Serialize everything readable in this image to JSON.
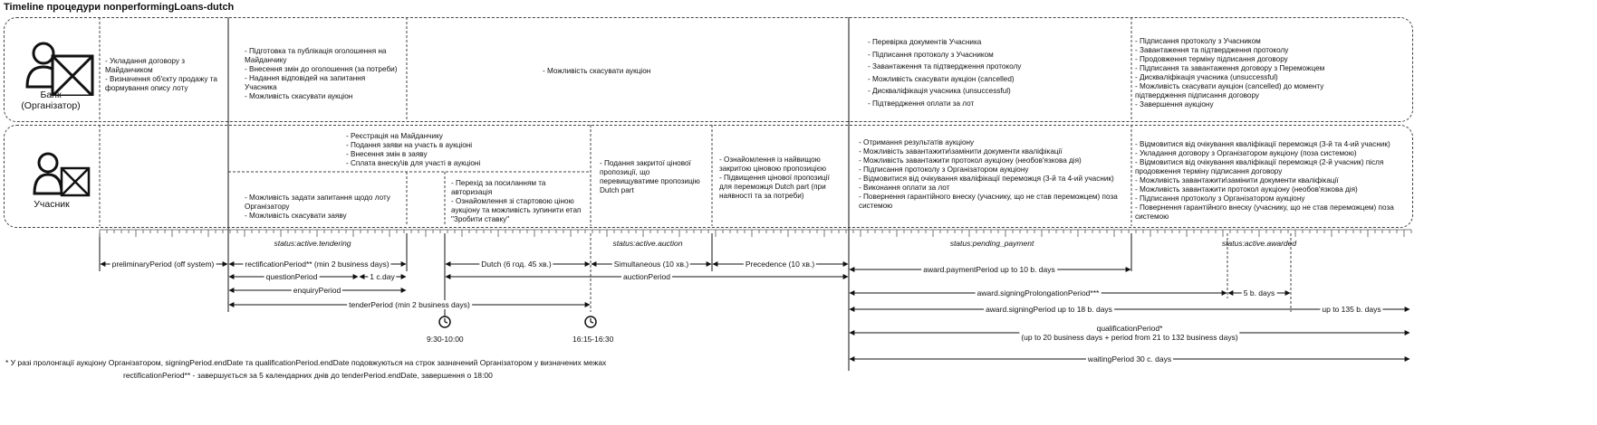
{
  "title": "Timeline процедури nonperformingLoans-dutch",
  "actors": {
    "bank": {
      "label": "Банк\n(Організатор)"
    },
    "participant": {
      "label": "Учасник"
    }
  },
  "bank_lane": {
    "cells": [
      "- Укладання договору з Майданчиком\n- Визначення об'єкту продажу та формування опису лоту",
      "- Підготовка та публікація оголошення на Майданчику\n- Внесення змін до оголошення (за потреби)\n- Надання відповідей на запитання Учасника\n- Можливість скасувати аукціон",
      "- Можливість скасувати аукціон",
      "- Перевірка документів Учасника\n- Підписання протоколу з Учасником\n- Завантаження та підтвердження протоколу\n- Можливість скасувати аукціон (cancelled)\n- Дискваліфікація учасника (unsuccessful)\n- Підтвердження оплати за лот",
      "- Підписання протоколу з Учасником\n- Завантаження та підтвердження протоколу\n- Продовження терміну підписання договору\n- Підписання та завантаження договору з Переможцем\n- Дискваліфікація учасника (unsuccessful)\n- Можливість скасувати аукціон (cancelled) до моменту підтвердження підписання договору\n- Завершення аукціону"
    ]
  },
  "participant_lane": {
    "cells": [
      "- Реєстрація на Майданчику\n- Подання заяви на участь в аукціоні\n- Внесення змін в заяву\n- Сплата внеску\\ів для участі в аукціоні",
      "- Можливість задати запитання щодо лоту Організатору\n- Можливість скасувати заяву",
      "- Перехід за посиланням та авторизація\n- Ознайомлення зі стартовою ціною аукціону та можливість зупинити етап \"Зробити ставку\"",
      "- Подання закритої цінової пропозиції, що перевищуватиме пропозицію Dutch part",
      "- Ознайомлення із найвищою закритою ціновою пропозицією\n- Підвищення цінової пропозиції для переможця Dutch part (при наявності та за потреби)",
      "- Отримання результатів аукціону\n- Можливість завантажити\\замінити документи кваліфікації\n- Можливість завантажити протокол аукціону (необов'язкова дія)\n- Підписання протоколу з Організатором аукціону\n- Відмовитися від очікування кваліфікації переможця (3-й та 4-ий учасник)\n- Виконання оплати за лот\n- Повернення гарантійного внеску (учаснику, що не став переможцем) поза системою",
      "- Відмовитися від очікування кваліфікації переможця (3-й та 4-ий учасник)\n- Укладання договору з Організатором аукціону (поза системою)\n- Відмовитися від очікування кваліфікації переможця (2-й учасник) після продовження терміну підписання договору\n- Можливість завантажити\\замінити документи кваліфікації\n- Можливість завантажити протокол аукціону (необов'язкова дія)\n- Підписання протоколу з Організатором аукціону\n- Повернення гарантійного внеску (учаснику, що не став переможцем) поза системою"
    ]
  },
  "statuses": [
    "status:active.tendering",
    "status:active.auction",
    "status:pending_payment",
    "status:active.awarded"
  ],
  "periods": [
    {
      "label": "preliminaryPeriod (off system)"
    },
    {
      "label": "rectificationPeriod** (min 2 business days)"
    },
    {
      "label": "questionPeriod"
    },
    {
      "label": "1 c.day"
    },
    {
      "label": "enquiryPeriod"
    },
    {
      "label": "tenderPeriod (min 2 business days)"
    },
    {
      "label": "Dutch (6 год. 45 хв.)"
    },
    {
      "label": "Simultaneous (10 хв.)"
    },
    {
      "label": "Precedence (10 хв.)"
    },
    {
      "label": "auctionPeriod"
    },
    {
      "label": "award.paymentPeriod up to 10 b. days"
    },
    {
      "label": "award.signingProlongationPeriod***"
    },
    {
      "label": "5 b. days"
    },
    {
      "label": "award.signingPeriod up to 18 b. days"
    },
    {
      "label": "up to 135 b. days"
    },
    {
      "label": "qualificationPeriod*\n(up to 20 business days + period from 21 to 132 business days)"
    },
    {
      "label": "waitingPeriod 30 c. days"
    }
  ],
  "clocks": [
    "9:30-10:00",
    "16:15-16:30"
  ],
  "footnotes": [
    "* У разі пролонгації аукціону Організатором, signingPeriod.endDate та qualificationPeriod.endDate подовжуються на строк зазначений Організатором у визначених межах",
    "rectificationPeriod** - завершується за 5 календарних днів до tenderPeriod.endDate, завершення о 18:00"
  ]
}
